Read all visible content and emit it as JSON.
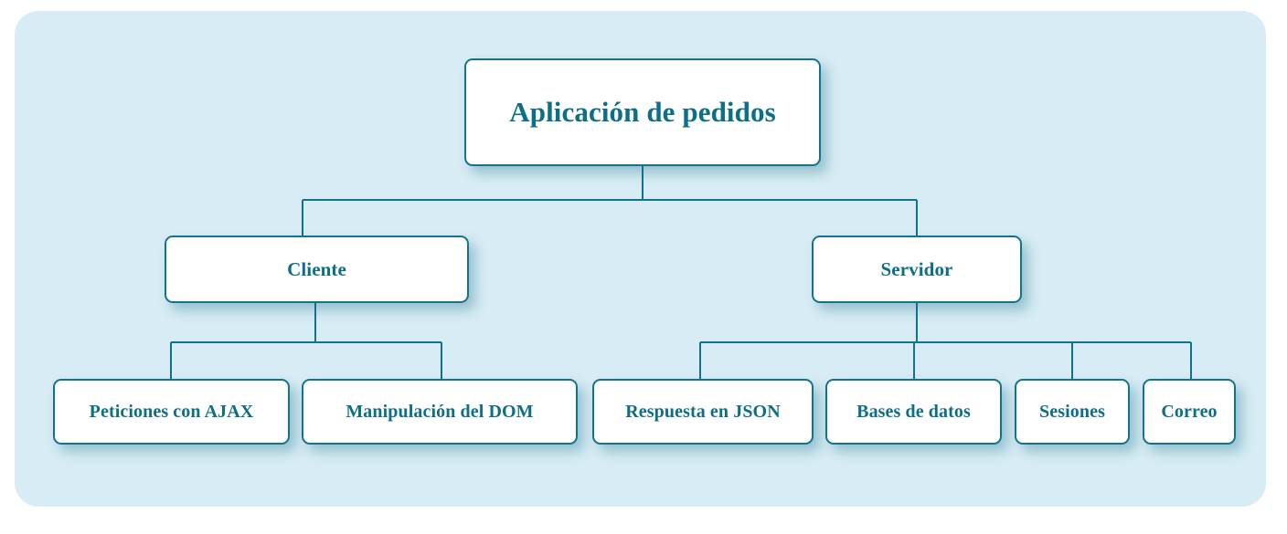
{
  "diagram": {
    "type": "tree",
    "title_node": "Aplicación de pedidos",
    "colors": {
      "panel_background": "#d7ecf4",
      "node_fill": "#ffffff",
      "node_border": "#11748c",
      "text": "#0d6e87",
      "connector": "#11748c",
      "page_background": "#ffffff"
    },
    "root": {
      "label": "Aplicación de pedidos"
    },
    "branches": [
      {
        "id": "cliente",
        "label": "Cliente"
      },
      {
        "id": "servidor",
        "label": "Servidor"
      }
    ],
    "leaves": [
      {
        "id": "peticiones-ajax",
        "label": "Peticiones con AJAX",
        "parent": "cliente"
      },
      {
        "id": "manipulacion-dom",
        "label": "Manipulación del DOM",
        "parent": "cliente"
      },
      {
        "id": "respuesta-json",
        "label": "Respuesta en JSON",
        "parent": "servidor"
      },
      {
        "id": "bases-de-datos",
        "label": "Bases de datos",
        "parent": "servidor"
      },
      {
        "id": "sesiones",
        "label": "Sesiones",
        "parent": "servidor"
      },
      {
        "id": "correo",
        "label": "Correo",
        "parent": "servidor"
      }
    ]
  }
}
